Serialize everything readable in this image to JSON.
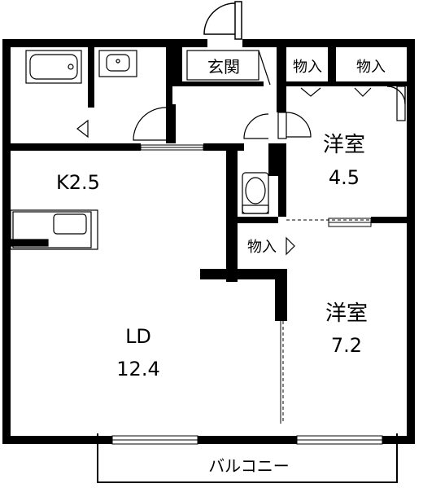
{
  "floorplan": {
    "rooms": {
      "entrance": "玄関",
      "storage_top_left": "物入",
      "storage_top_right": "物入",
      "storage_middle": "物入",
      "western_room_upper": {
        "name": "洋室",
        "size": "4.5"
      },
      "western_room_lower": {
        "name": "洋室",
        "size": "7.2"
      },
      "kitchen": "K2.5",
      "living_dining": {
        "name": "LD",
        "size": "12.4"
      },
      "balcony": "バルコニー"
    },
    "colors": {
      "wall": "#000000",
      "background": "#ffffff",
      "line": "#000000"
    }
  }
}
